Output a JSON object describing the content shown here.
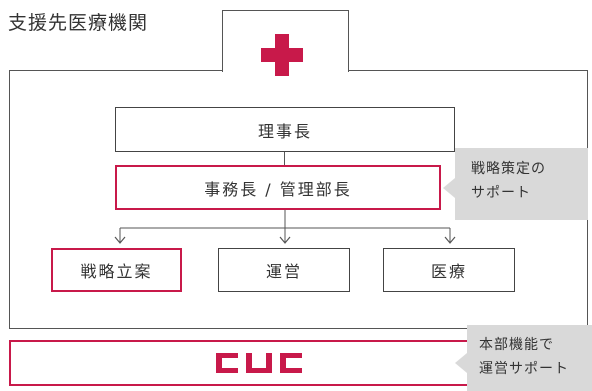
{
  "header": {
    "title": "支援先医療機関"
  },
  "org": {
    "director": "理事長",
    "manager": "事務長 / 管理部長",
    "departments": [
      "戦略立案",
      "運営",
      "医療"
    ]
  },
  "notes": {
    "strategy_line1": "戦略策定の",
    "strategy_line2": "サポート",
    "hq_line1": "本部機能で",
    "hq_line2": "運営サポート"
  },
  "footer": {
    "logo_text": "CUC"
  },
  "colors": {
    "accent": "#c8194a",
    "note_bg": "#d9d9d9",
    "line": "#555555"
  },
  "icons": {
    "hospital": "red-cross-icon"
  }
}
